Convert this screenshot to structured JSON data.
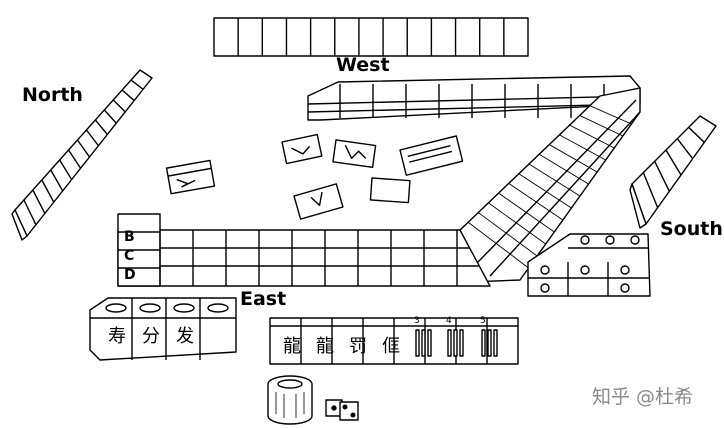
{
  "labels": {
    "west": "West",
    "north": "North",
    "south": "South",
    "east": "East"
  },
  "wall_rows": [
    "B",
    "C",
    "D"
  ],
  "hand_tiles": [
    "龍",
    "龍",
    "罚",
    "㑌"
  ],
  "hand_tile_numbers": [
    "3",
    "4",
    "5"
  ],
  "discard_tiles": [
    "寿",
    "分",
    "发"
  ],
  "watermark": "知乎 @杜希",
  "colors": {
    "ink": "#000000",
    "paper": "#ffffff",
    "watermark": "#8a8a8a"
  }
}
